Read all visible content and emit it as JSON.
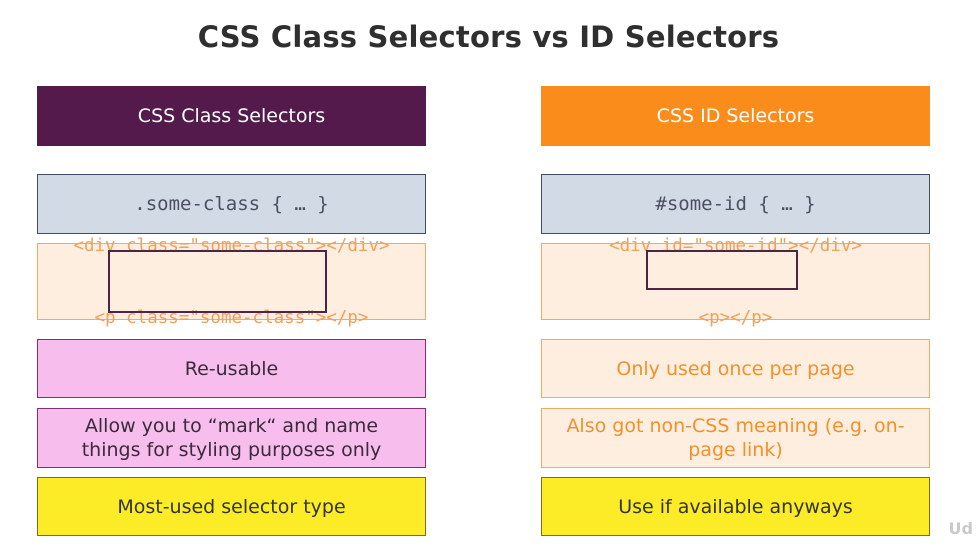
{
  "title": "CSS Class Selectors vs ID Selectors",
  "left": {
    "header": "CSS Class Selectors",
    "selector": ".some-class { … }",
    "html_lines": [
      "<div class=\"some-class\"></div>",
      "<p class=\"some-class\"></p>"
    ],
    "point1": "Re-usable",
    "point2": "Allow you to “mark“ and name things for styling purposes only",
    "point3": "Most-used selector type"
  },
  "right": {
    "header": "CSS ID Selectors",
    "selector": "#some-id { … }",
    "html_lines": [
      "<div id=\"some-id\"></div>",
      "<p></p>"
    ],
    "point1": "Only used once per page",
    "point2": "Also got non-CSS meaning (e.g. on-page link)",
    "point3": "Use if available anyways"
  },
  "watermark": "Ud",
  "colors": {
    "class_header": "#531a4b",
    "id_header": "#fa8c1c",
    "code_bg": "#d2dae6",
    "html_bg": "#fdeee0",
    "pink": "#f7beed",
    "yellow": "#fcec27"
  }
}
